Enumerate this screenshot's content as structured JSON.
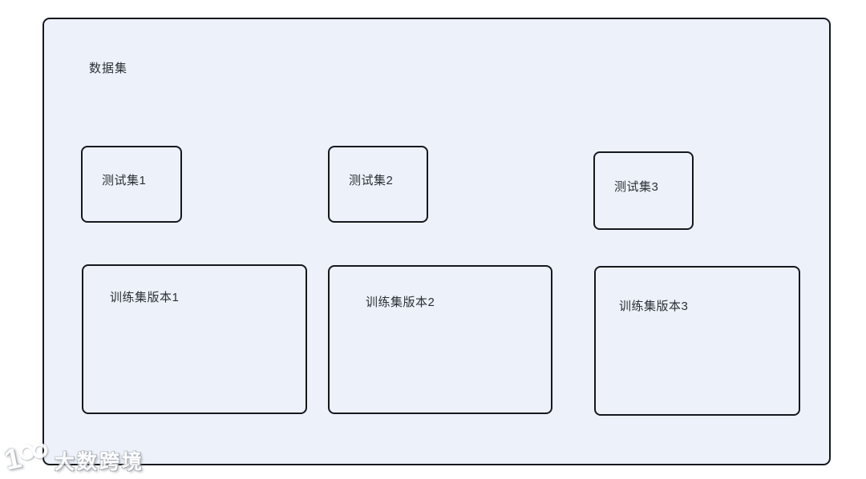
{
  "diagram": {
    "container": {
      "label": "数据集"
    },
    "test_sets": [
      {
        "label": "测试集1"
      },
      {
        "label": "测试集2"
      },
      {
        "label": "测试集3"
      }
    ],
    "training_sets": [
      {
        "label": "训练集版本1"
      },
      {
        "label": "训练集版本2"
      },
      {
        "label": "训练集版本3"
      }
    ]
  },
  "watermark": {
    "logo_digit": "1",
    "text": "大数跨境"
  },
  "colors": {
    "canvas_background": "#FFFFFF",
    "container_fill": "#EDF1F9",
    "node_fill": "#EDF1F9",
    "border": "#15181D",
    "label_text": "#2B3036",
    "watermark_fill": "#FFFFFF",
    "watermark_outline": "#9EA3AA"
  }
}
